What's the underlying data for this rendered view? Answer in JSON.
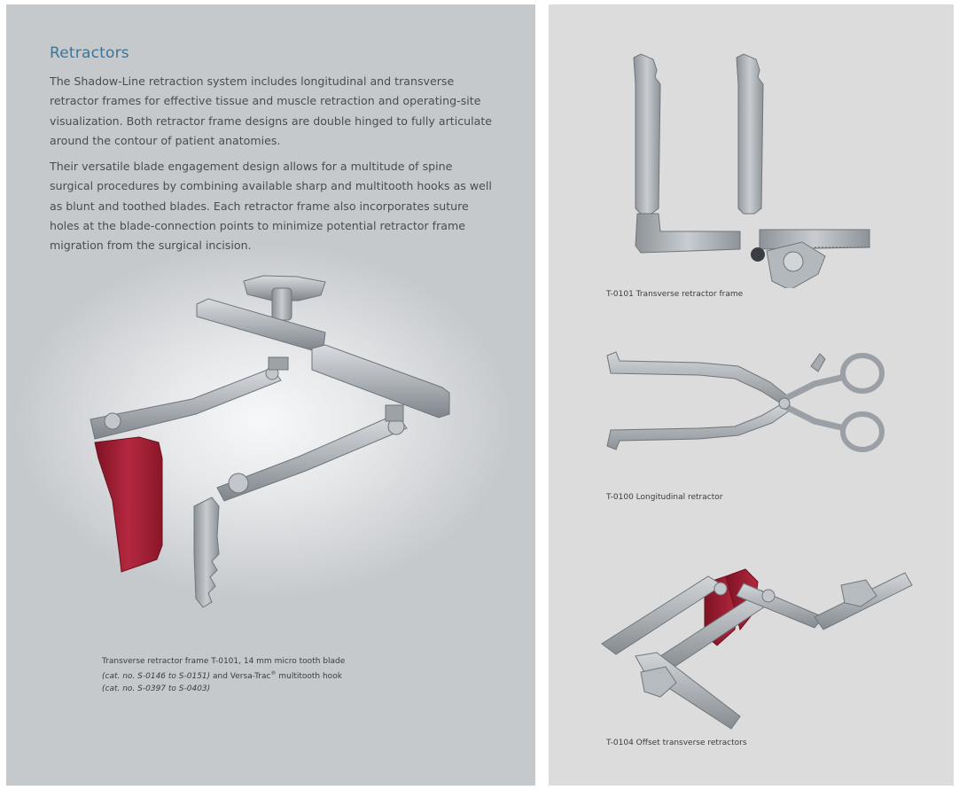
{
  "left_page": {
    "title": "Retractors",
    "paragraph_1": "The Shadow-Line retraction system includes longitudinal and transverse retractor frames for effective tissue and muscle retraction and operating-site visualization. Both retractor frame designs are double hinged to fully articulate around the contour of patient anatomies.",
    "paragraph_2": "Their versatile blade engagement design allows for a multitude of spine surgical procedures by combining available sharp and multitooth hooks as well as blunt and toothed blades. Each retractor frame also incorporates suture holes at the blade-connection points to minimize potential retractor frame migration from the surgical incision.",
    "caption": {
      "line1": "Transverse retractor frame T-0101, 14 mm micro tooth blade",
      "line2_italic": "(cat. no. S-0146 to S-0151)",
      "line2_rest_before_sup": " and Versa-Trac",
      "registered_mark": "®",
      "line2_rest_after_sup": " multitooth hook",
      "line3_italic": "(cat. no. S-0397 to S-0403)"
    }
  },
  "right_page": {
    "captions": [
      "T-0101 Transverse retractor frame",
      "T-0100 Longitudinal retractor",
      "T-0104 Offset transverse retractors"
    ]
  },
  "colors": {
    "heading": "#3f7396",
    "blade_red": "#b0243a",
    "steel": "#a9aeb3"
  }
}
